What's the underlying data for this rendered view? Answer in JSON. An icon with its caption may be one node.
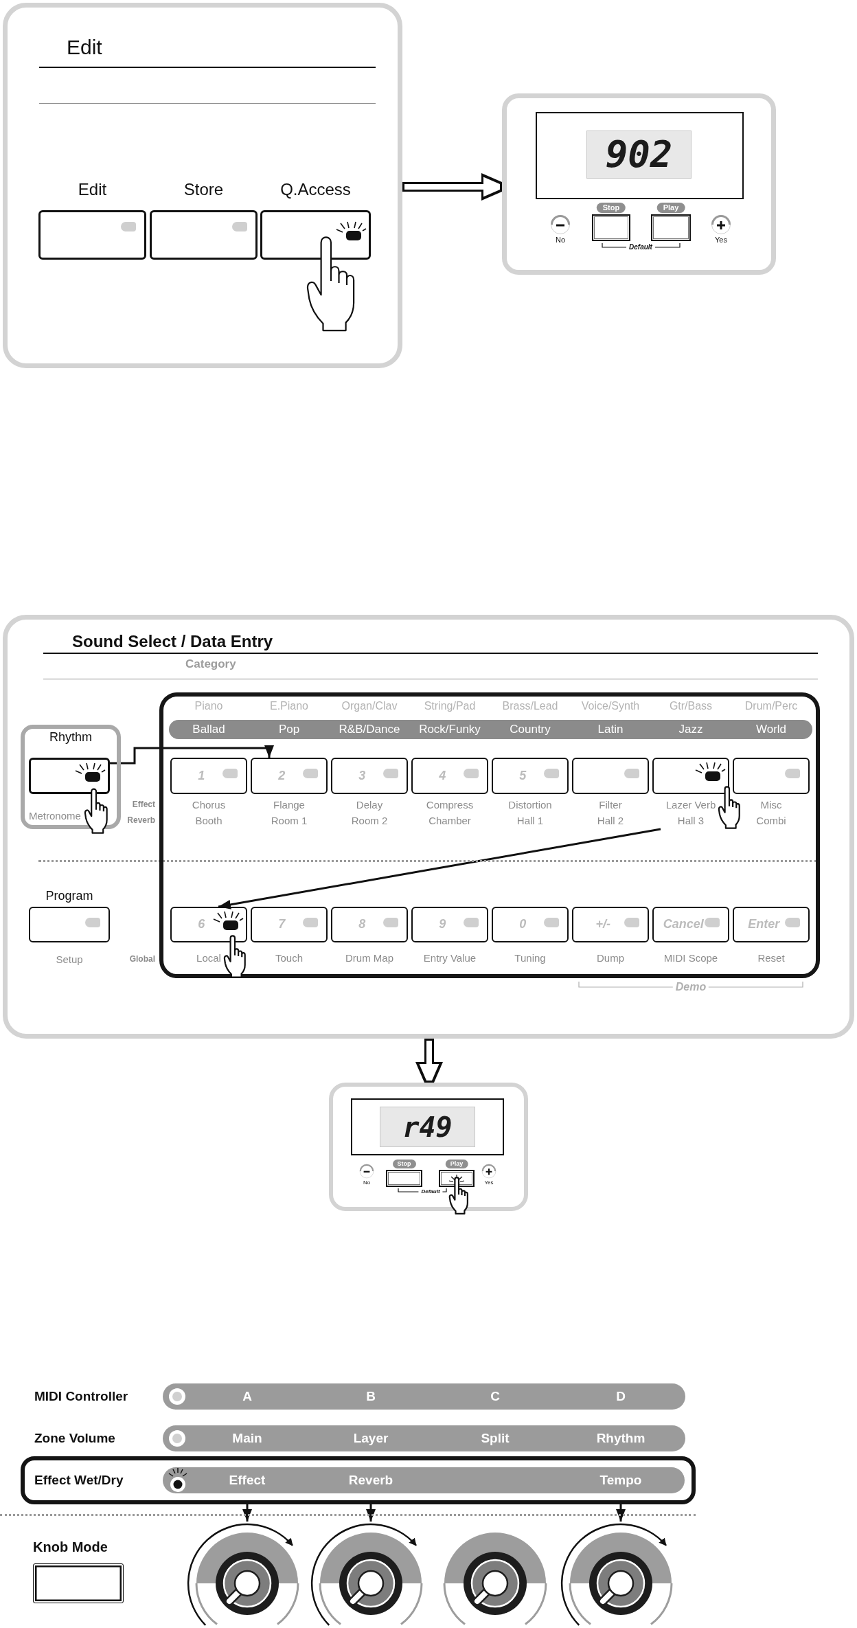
{
  "diagram": {
    "nodes": [
      {
        "text": [
          "Edit"
        ]
      },
      {
        "text": [
          "Edit"
        ],
        "in": 0
      },
      {
        "text": [
          "Store"
        ],
        "in": 0
      },
      {
        "text": [
          "Q.Access"
        ],
        "in": 0
      },
      {
        "text": [],
        "shape": "box"
      },
      {
        "text": [
          "902"
        ],
        "in": 4
      },
      {
        "text": [
          "No"
        ],
        "in": 4
      },
      {
        "text": [
          "Stop"
        ],
        "in": 4
      },
      {
        "text": [
          "Play"
        ],
        "in": 4
      },
      {
        "text": [
          "Yes"
        ],
        "in": 4
      },
      {
        "text": [
          "Sound Select / Data Entry"
        ]
      },
      {
        "text": [],
        "shape": "box",
        "in": 10
      },
      {
        "text": [
          "Ballad",
          "Pop",
          "R&B/Dance",
          "Rock/Funky",
          "Country",
          "Latin",
          "Jazz",
          "World"
        ],
        "in": 11
      },
      {
        "text": [
          "Rhythm",
          "Metronome"
        ],
        "in": 10
      },
      {
        "text": [],
        "shape": "box",
        "in": 13
      },
      {
        "text": [
          "1",
          "Chorus",
          "Booth"
        ],
        "in": 11
      },
      {
        "text": [
          "2",
          "Flange",
          "Room 1"
        ],
        "in": 11
      },
      {
        "text": [
          "3",
          "Delay",
          "Room 2"
        ],
        "in": 11
      },
      {
        "text": [
          "4",
          "Compress",
          "Chamber"
        ],
        "in": 11
      },
      {
        "text": [
          "5",
          "Distortion",
          "Hall 1"
        ],
        "in": 11
      },
      {
        "text": [
          "Filter",
          "Hall 2"
        ],
        "in": 11
      },
      {
        "text": [
          "Lazer Verb",
          "Hall 3"
        ],
        "in": 11
      },
      {
        "text": [
          "Misc",
          "Combi"
        ],
        "in": 11
      },
      {
        "text": [
          "Program",
          "Setup"
        ],
        "in": 10
      },
      {
        "text": [
          "6",
          "Local"
        ],
        "in": 11
      },
      {
        "text": [
          "7",
          "Touch"
        ],
        "in": 11
      },
      {
        "text": [
          "8",
          "Drum Map"
        ],
        "in": 11
      },
      {
        "text": [
          "9",
          "Entry Value"
        ],
        "in": 11
      },
      {
        "text": [
          "0",
          "Tuning"
        ],
        "in": 11
      },
      {
        "text": [
          "+/-",
          "Dump"
        ],
        "in": 11
      },
      {
        "text": [
          "Cancel",
          "MIDI Scope"
        ],
        "in": 11
      },
      {
        "text": [
          "Enter",
          "Reset"
        ],
        "in": 11
      },
      {
        "text": [],
        "shape": "box"
      },
      {
        "text": [
          "r49"
        ],
        "in": 32
      },
      {
        "text": [
          "No"
        ],
        "in": 32
      },
      {
        "text": [
          "Stop"
        ],
        "in": 32
      },
      {
        "text": [
          "Play"
        ],
        "in": 32
      },
      {
        "text": [
          "Yes"
        ],
        "in": 32
      },
      {
        "text": [
          "MIDI Controller",
          "A",
          "B",
          "C",
          "D"
        ]
      },
      {
        "text": [
          "Zone Volume",
          "Main",
          "Layer",
          "Split",
          "Rhythm"
        ]
      },
      {
        "text": [
          "Effect Wet/Dry"
        ]
      },
      {
        "text": [
          "Effect",
          "Reverb",
          "Tempo"
        ],
        "in": 40
      },
      {
        "text": [
          "Knob Mode"
        ]
      },
      {
        "text": [],
        "shape": "circle"
      },
      {
        "text": [],
        "shape": "circle"
      },
      {
        "text": [],
        "shape": "circle"
      },
      {
        "text": [],
        "shape": "circle"
      }
    ],
    "edges": [
      {
        "from": 0,
        "to": 4,
        "arrow": "to",
        "style": "thick"
      },
      {
        "from": 14,
        "to": 16,
        "arrow": "to"
      },
      {
        "from": 21,
        "to": 24,
        "arrow": "to"
      },
      {
        "from": 10,
        "to": 32,
        "arrow": "to",
        "style": "thick"
      },
      {
        "from": 40,
        "to": 43,
        "arrow": "to"
      },
      {
        "from": 40,
        "to": 44,
        "arrow": "to"
      },
      {
        "from": 40,
        "to": 46,
        "arrow": "to"
      }
    ],
    "labels": [
      "Default",
      "Category",
      "Piano",
      "E.Piano",
      "Organ/Clav",
      "String/Pad",
      "Brass/Lead",
      "Voice/Synth",
      "Gtr/Bass",
      "Drum/Perc",
      "Effect",
      "Reverb",
      "Global",
      "Demo",
      "Default"
    ]
  }
}
